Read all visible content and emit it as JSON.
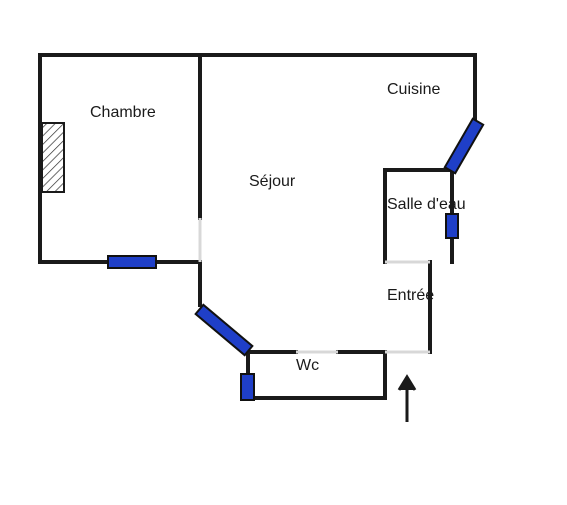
{
  "rooms": {
    "chambre": "Chambre",
    "cuisine": "Cuisine",
    "sejour": "Séjour",
    "salle_deau": "Salle d'eau",
    "entree": "Entrée",
    "wc": "Wc"
  },
  "colors": {
    "wall": "#1a1a1a",
    "window": "#1f3fc8",
    "opening": "#d8d8d8",
    "chimney_hatch": "#333333"
  }
}
